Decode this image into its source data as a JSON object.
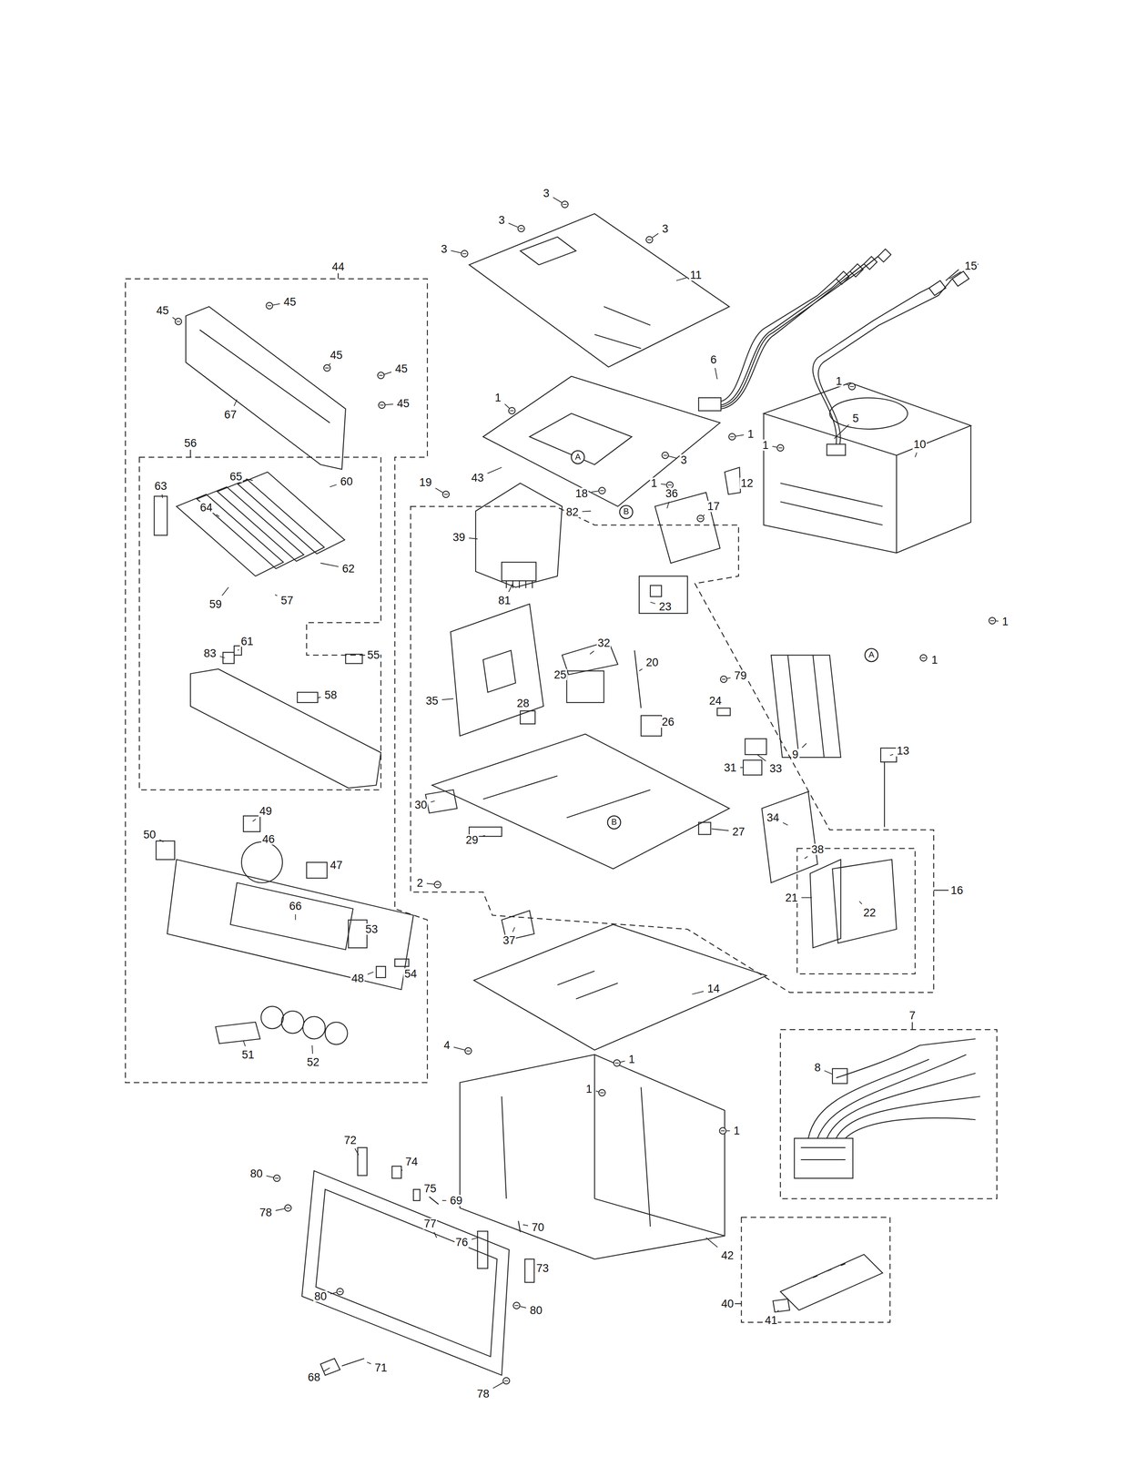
{
  "diagram": {
    "nodes": [
      {
        "text": [
          "44"
        ]
      },
      {
        "text": [
          "56"
        ],
        "in": 0
      },
      {
        "text": [
          "16"
        ]
      },
      {
        "text": [
          "7"
        ]
      },
      {
        "text": [
          "40"
        ]
      }
    ],
    "labels": [
      "3",
      "3",
      "3",
      "3",
      "11",
      "3",
      "6",
      "15",
      "5",
      "1",
      "1",
      "1",
      "43",
      "12",
      "A",
      "B",
      "19",
      "18",
      "36",
      "17",
      "82",
      "39",
      "81",
      "23",
      "32",
      "20",
      "25",
      "79",
      "35",
      "28",
      "24",
      "26",
      "31",
      "33",
      "30",
      "29",
      "27",
      "2",
      "37",
      "B",
      "10",
      "1",
      "1",
      "1",
      "1",
      "9",
      "A",
      "13",
      "34",
      "38",
      "21",
      "22",
      "14",
      "4",
      "1",
      "1",
      "1",
      "42",
      "8",
      "41",
      "72",
      "74",
      "75",
      "69",
      "80",
      "77",
      "70",
      "76",
      "73",
      "78",
      "80",
      "80",
      "68",
      "71",
      "78",
      "45",
      "45",
      "45",
      "45",
      "45",
      "67",
      "65",
      "60",
      "63",
      "64",
      "62",
      "57",
      "59",
      "61",
      "83",
      "55",
      "58",
      "49",
      "50",
      "46",
      "47",
      "66",
      "53",
      "54",
      "48",
      "51",
      "52"
    ]
  }
}
